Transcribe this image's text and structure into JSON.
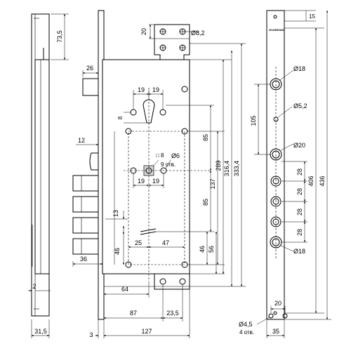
{
  "brand": "GUARDIAN",
  "dims": {
    "top_side_73_5": "73,5",
    "bolt_26": "26",
    "follower_12": "12",
    "left_36": "36",
    "bottom_2": "2",
    "bottom_31_5": "31,5",
    "bottom_3": "3",
    "bracket_20": "20",
    "hole_8_2": "Ø8,2",
    "cyl_19a": "19",
    "cyl_19b": "19",
    "cyl_8": "8",
    "sq_8": "8",
    "hole_6": "Ø6",
    "holes_9": "9 отв.",
    "sp_19a": "19",
    "sp_19b": "19",
    "v_85a": "85",
    "v_137": "137",
    "v_85b": "85",
    "v_289": "289",
    "v_316_4": "316,4",
    "v_333_4": "333,4",
    "v_13": "13",
    "v_46a": "46",
    "h_25": "25",
    "h_47": "47",
    "v_46b": "46",
    "v_56": "56",
    "h_64": "64",
    "h_87": "87",
    "h_23_5": "23,5",
    "h_127": "127",
    "sp_15": "15",
    "sp_d18a": "Ø18",
    "sp_105": "105",
    "sp_d5_2": "Ø5,2",
    "sp_d20": "Ø20",
    "sp_28a": "28",
    "sp_28b": "28",
    "sp_28c": "28",
    "sp_28d": "28",
    "sp_406": "406",
    "sp_436": "436",
    "sp_d18b": "Ø18",
    "sp_20": "20",
    "sp_d4_5": "Ø4,5",
    "sp_holes4": "4 отв.",
    "sp_35": "35"
  }
}
